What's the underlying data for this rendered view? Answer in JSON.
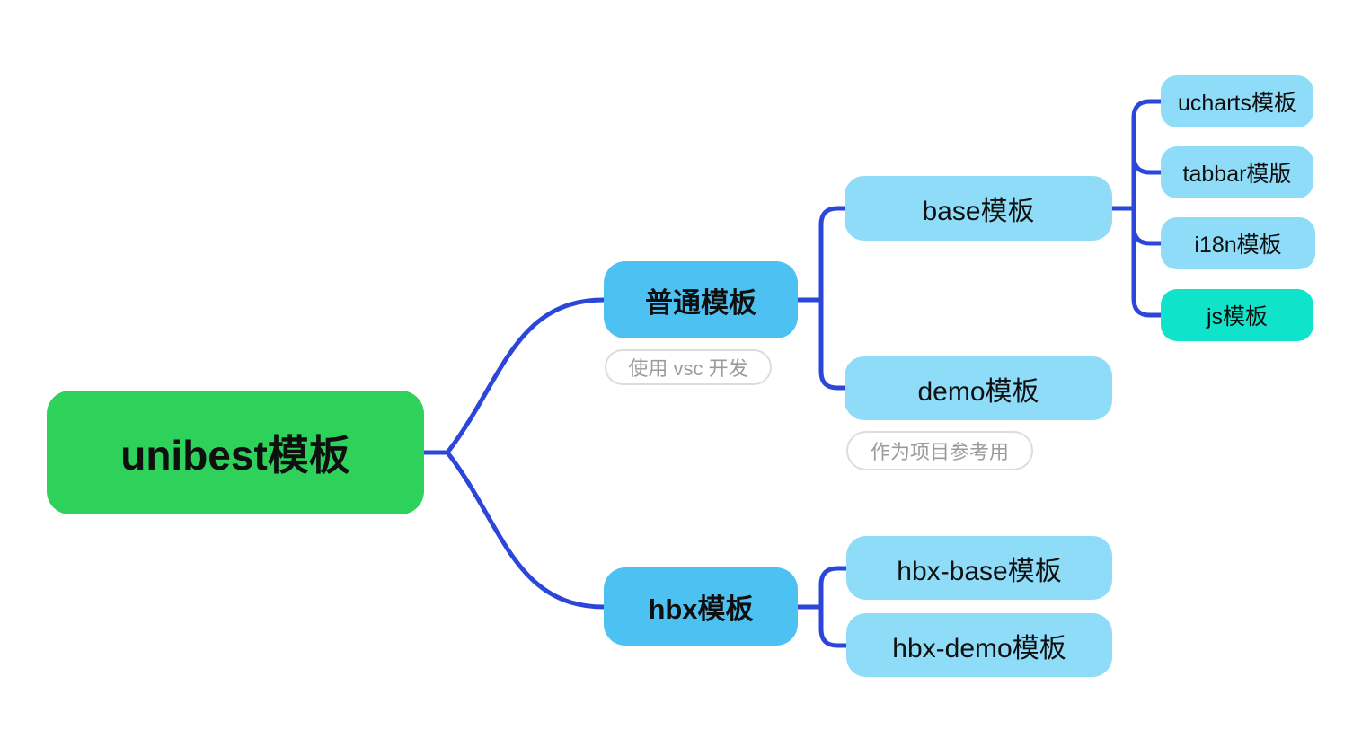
{
  "mindmap": {
    "connector_color": "#2B46D9",
    "note_style": {
      "text_color": "#9B9B9B",
      "border_color": "#DCDCDC"
    },
    "root": {
      "label": "unibest模板",
      "color": "#2ED25A"
    },
    "branches": [
      {
        "label": "普通模板",
        "color": "#4DC2F2",
        "note": "使用 vsc 开发",
        "children": [
          {
            "label": "base模板",
            "color": "#8EDCF8",
            "children": [
              {
                "label": "ucharts模板",
                "color": "#8EDCF8"
              },
              {
                "label": "tabbar模版",
                "color": "#8EDCF8"
              },
              {
                "label": "i18n模板",
                "color": "#8EDCF8"
              },
              {
                "label": "js模板",
                "color": "#0FE3CA"
              }
            ]
          },
          {
            "label": "demo模板",
            "color": "#8EDCF8",
            "note": "作为项目参考用",
            "children": []
          }
        ]
      },
      {
        "label": "hbx模板",
        "color": "#4DC2F2",
        "children": [
          {
            "label": "hbx-base模板",
            "color": "#8EDCF8"
          },
          {
            "label": "hbx-demo模板",
            "color": "#8EDCF8"
          }
        ]
      }
    ]
  }
}
